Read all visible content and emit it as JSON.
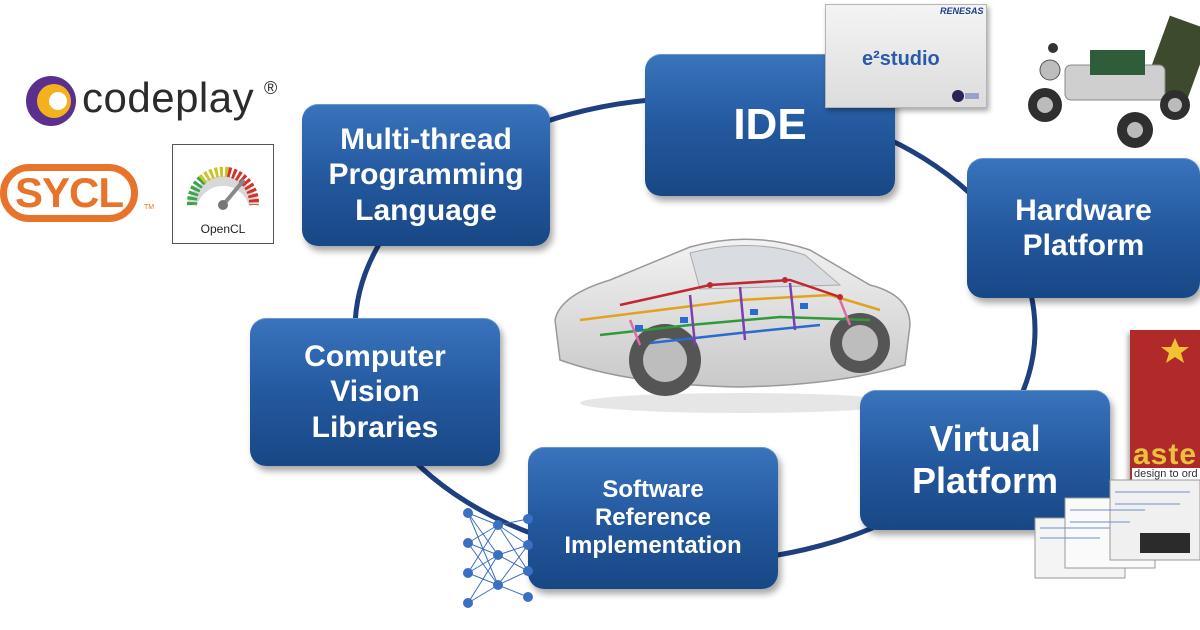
{
  "nodes": {
    "multithread": "Multi-thread\nProgramming\nLanguage",
    "ide": "IDE",
    "hardware": "Hardware\nPlatform",
    "computer_vision": "Computer\nVision\nLibraries",
    "virtual_platform": "Virtual\nPlatform",
    "software_reference": "Software\nReference\nImplementation"
  },
  "logos": {
    "codeplay": "codeplay",
    "codeplay_mark": "®",
    "sycl": "SYCL",
    "sycl_tm": "TM",
    "opencl": "OpenCL",
    "renesas": "RENESAS",
    "e2studio": "e²studio",
    "astec": "aste",
    "astec_tagline": "design to ord"
  },
  "colors": {
    "node_blue": "#24599f",
    "ring": "#1f3f7f",
    "sycl_orange": "#e8732a"
  }
}
